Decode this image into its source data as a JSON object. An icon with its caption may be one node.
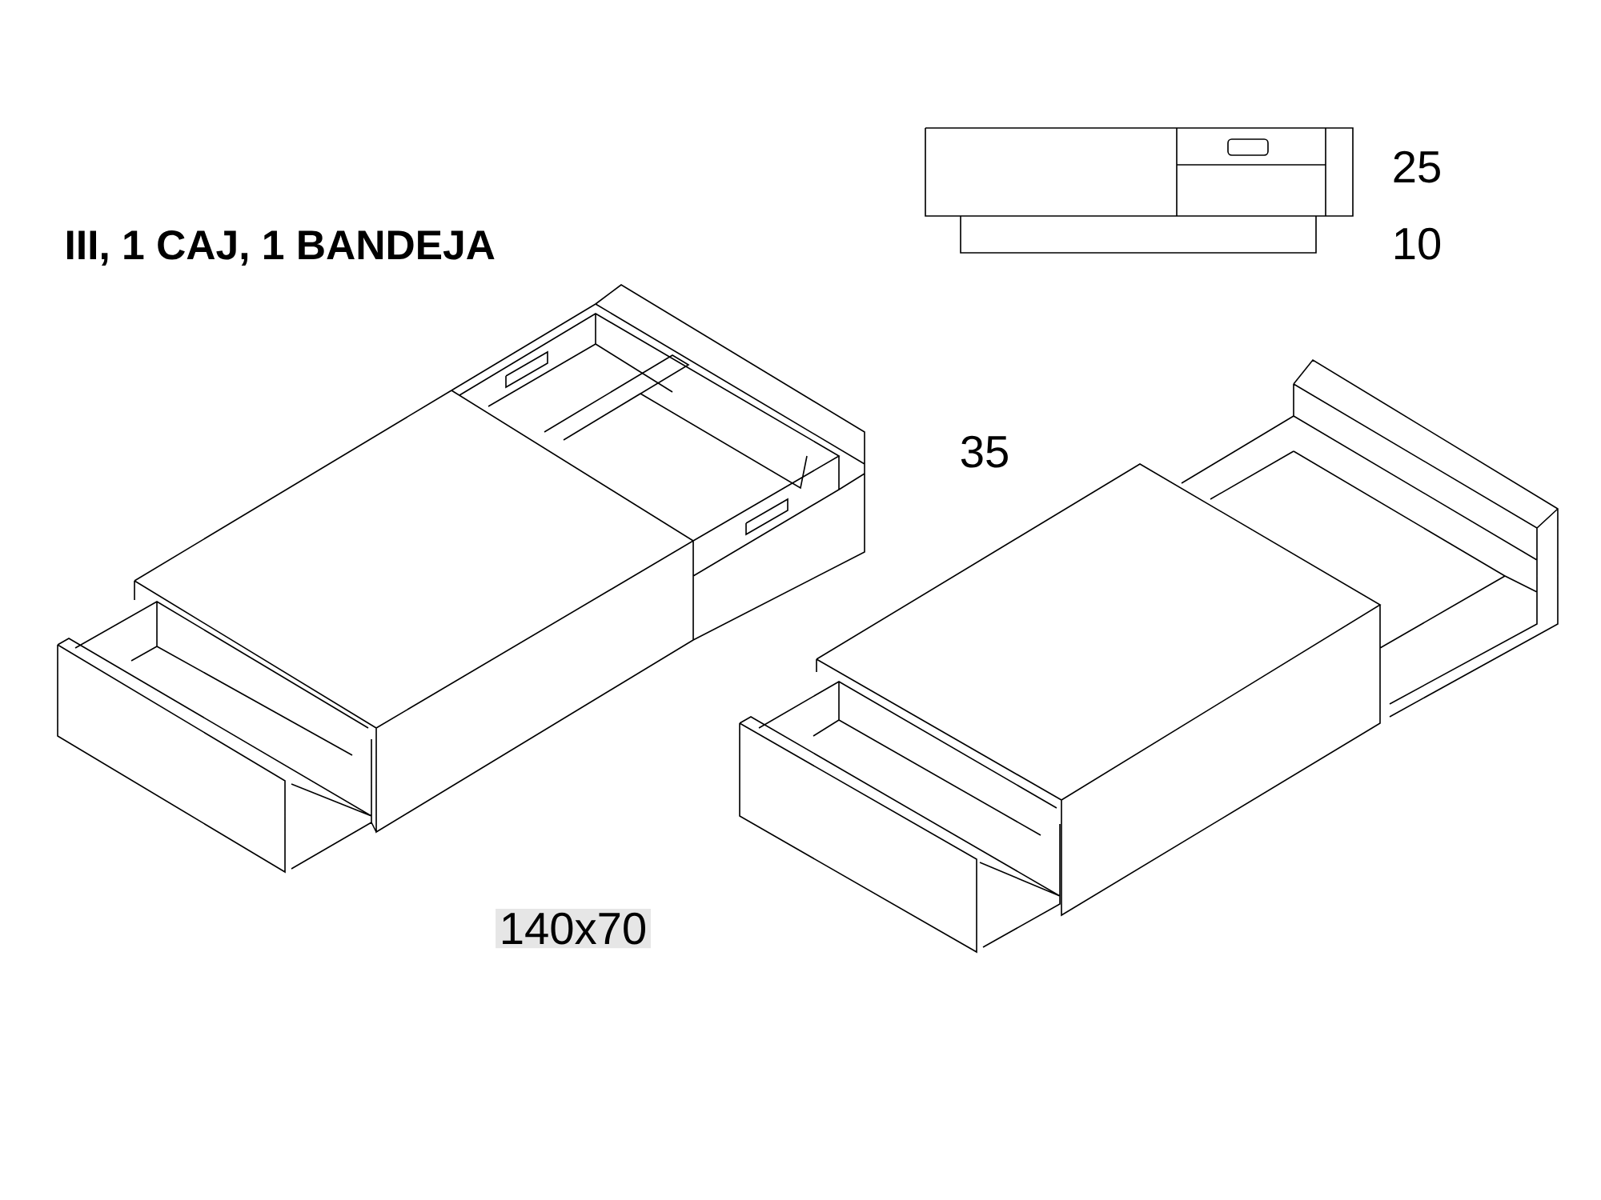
{
  "diagram": {
    "title": "III, 1 CAJ, 1 BANDEJA",
    "labels": [
      "25",
      "10",
      "35",
      "140x70"
    ]
  }
}
